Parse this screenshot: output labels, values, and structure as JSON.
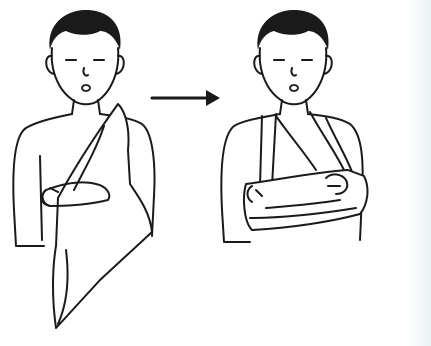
{
  "figure": {
    "panels": [
      {
        "id": "before",
        "description_icon": "child-with-triangular-bandage-draped"
      },
      {
        "id": "after",
        "description_icon": "child-with-arm-sling-tied"
      }
    ],
    "connector": {
      "icon": "right-arrow-icon"
    }
  },
  "colors": {
    "ink": "#1a1a1a",
    "paper": "#ffffff",
    "edge_tint": "#e2ecf0"
  }
}
